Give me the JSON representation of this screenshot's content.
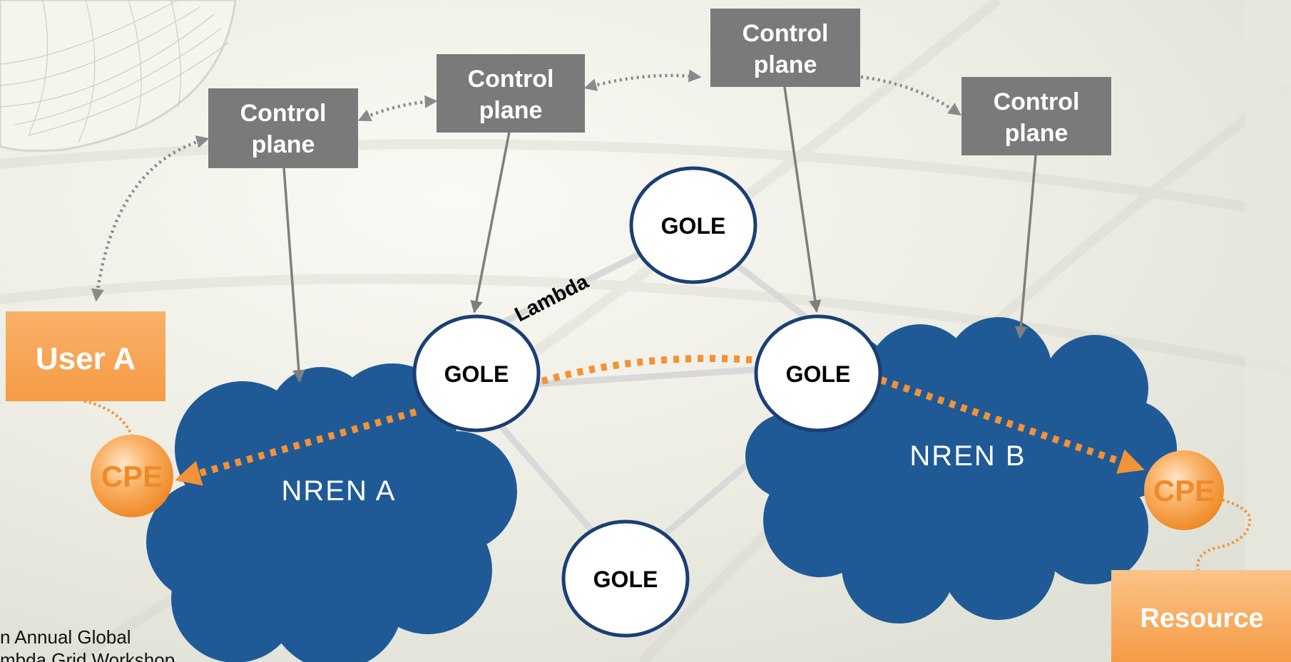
{
  "control_planes": [
    {
      "id": "cp1",
      "label_lines": [
        "Control",
        "plane"
      ]
    },
    {
      "id": "cp2",
      "label_lines": [
        "Control",
        "plane"
      ]
    },
    {
      "id": "cp3",
      "label_lines": [
        "Control",
        "plane"
      ]
    },
    {
      "id": "cp4",
      "label_lines": [
        "Control",
        "plane"
      ]
    }
  ],
  "gole_nodes": [
    {
      "id": "gole-top",
      "label": "GOLE"
    },
    {
      "id": "gole-left",
      "label": "GOLE"
    },
    {
      "id": "gole-right",
      "label": "GOLE"
    },
    {
      "id": "gole-bottom",
      "label": "GOLE"
    }
  ],
  "lambda_label": "Lambda",
  "clouds": [
    {
      "id": "nren-a",
      "label": "NREN A"
    },
    {
      "id": "nren-b",
      "label": "NREN B"
    }
  ],
  "user_label": "User A",
  "resource_label": "Resource",
  "cpe_labels": [
    "CPE",
    "CPE"
  ],
  "footer_lines": [
    "n Annual Global",
    "mbda Grid Workshop"
  ],
  "colors": {
    "control_plane_fill": "#7a7a7a",
    "cloud_fill": "#1f5a96",
    "gole_stroke": "#1a3f73",
    "orange_dash": "#f39236",
    "user_box": "#f6a552",
    "lambda_link": "#d9d9d9",
    "arrow_gray": "#7f7f7f",
    "background": "#efefe6"
  }
}
